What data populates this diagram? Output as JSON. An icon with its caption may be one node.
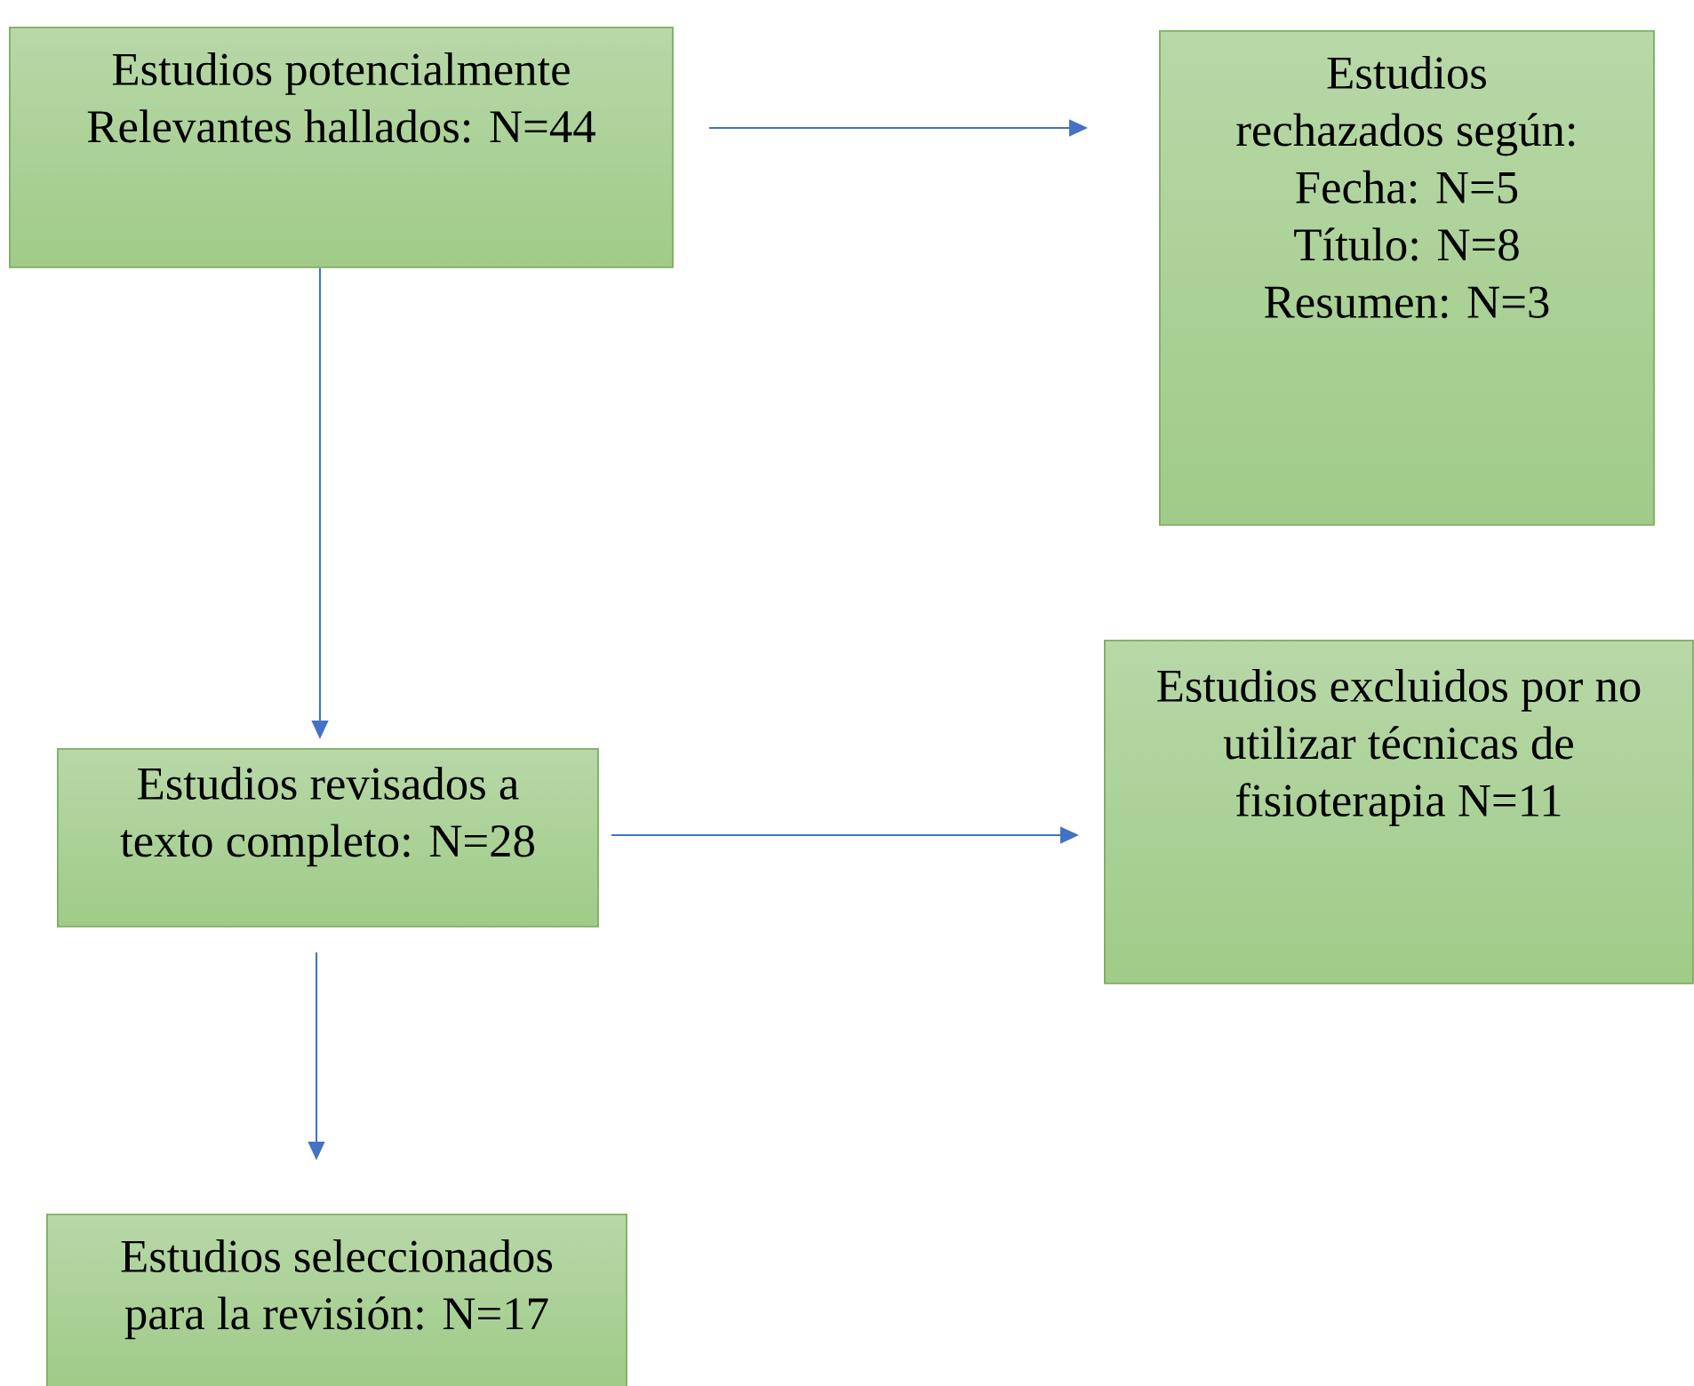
{
  "diagram": {
    "nodes": [
      {
        "text": [
          "Estudios potencialmente Relevantes hallados: N=44"
        ]
      },
      {
        "text": [
          "Estudios rechazados según:",
          "Fecha: N=5",
          "Título: N=8",
          "Resumen: N=3"
        ]
      },
      {
        "text": [
          "Estudios revisados a texto completo: N=28"
        ]
      },
      {
        "text": [
          "Estudios excluidos por no utilizar técnicas de fisioterapia N=11"
        ]
      },
      {
        "text": [
          "Estudios seleccionados para la revisión: N=17"
        ]
      }
    ],
    "edges": [
      {
        "from": 0,
        "to": 1,
        "arrow": "to"
      },
      {
        "from": 0,
        "to": 2,
        "arrow": "to"
      },
      {
        "from": 2,
        "to": 3,
        "arrow": "to"
      },
      {
        "from": 2,
        "to": 4,
        "arrow": "to"
      }
    ]
  }
}
